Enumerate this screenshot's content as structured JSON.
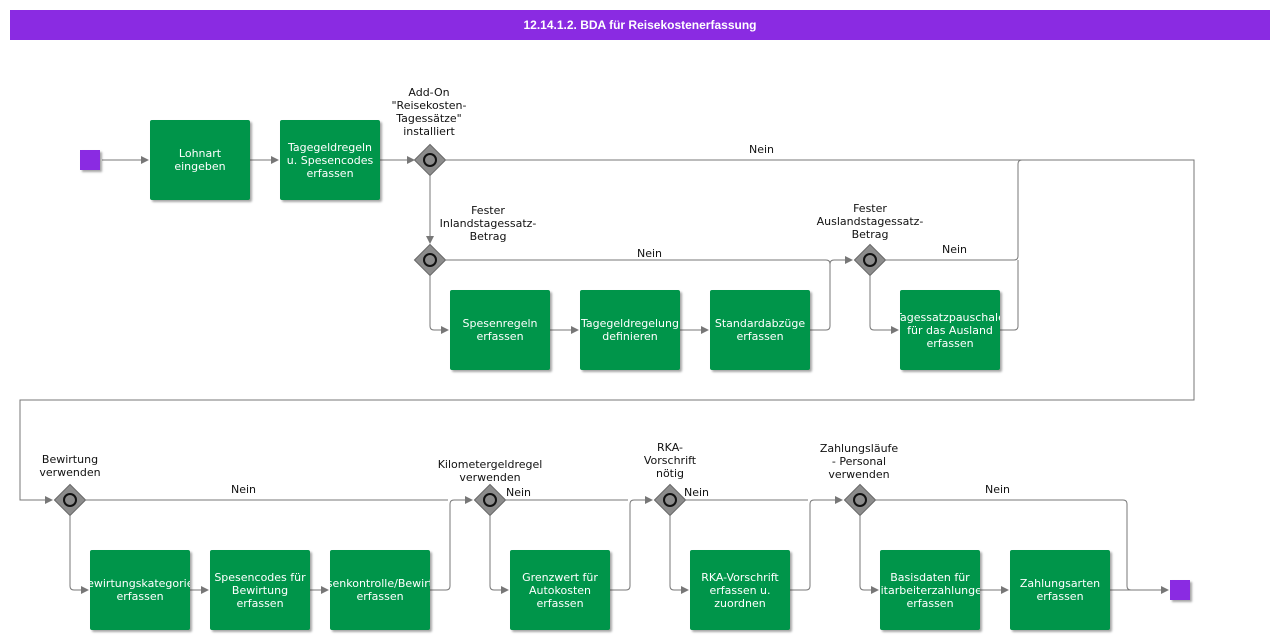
{
  "title": "12.14.1.2. BDA für Reisekostenerfassung",
  "labels": {
    "no": "Nein",
    "addon": "Add-On\n\"Reisekosten-\nTagessätze\"\ninstalliert",
    "inland": "Fester\nInlandstagessatz-\nBetrag",
    "ausland": "Fester\nAuslandstagessatz-\nBetrag",
    "bewirtung": "Bewirtung\nverwenden",
    "kilometer": "Kilometergeldregel\nverwenden",
    "rka": "RKA-\nVorschrift\nnötig",
    "zahlung": "Zahlungsläufe\n- Personal\nverwenden"
  },
  "tasks": {
    "lohnart": "Lohnart\neingeben",
    "tagegeld_spesen": "Tagegeldregeln\nu. Spesencodes\nerfassen",
    "spesenregeln": "Spesenregeln\nerfassen",
    "tagegeldregelung": "Tagegeldregelung\ndefinieren",
    "standardabzuege": "Standardabzüge\nerfassen",
    "pauschale_ausland": "Tagessatzpauschale\nfür das Ausland\nerfassen",
    "bewirtungskategorien": "Bewirtungskategorien\nerfassen",
    "spesencodes_bewirtung": "Spesencodes für\nBewirtung\nerfassen",
    "spesenkontrolle": "Spesenkontrolle/Bewirtung\nerfassen",
    "grenzwert": "Grenzwert für\nAutokosten\nerfassen",
    "rka_vorschrift": "RKA-Vorschrift\nerfassen u.\nzuordnen",
    "basisdaten": "Basisdaten für\nMitarbeiterzahlungen\nerfassen",
    "zahlungsarten": "Zahlungsarten\nerfassen"
  },
  "colors": {
    "title_bar": "#8a2be2",
    "task": "#00954a",
    "gateway": "#8c8c8c",
    "edge": "#777777"
  }
}
